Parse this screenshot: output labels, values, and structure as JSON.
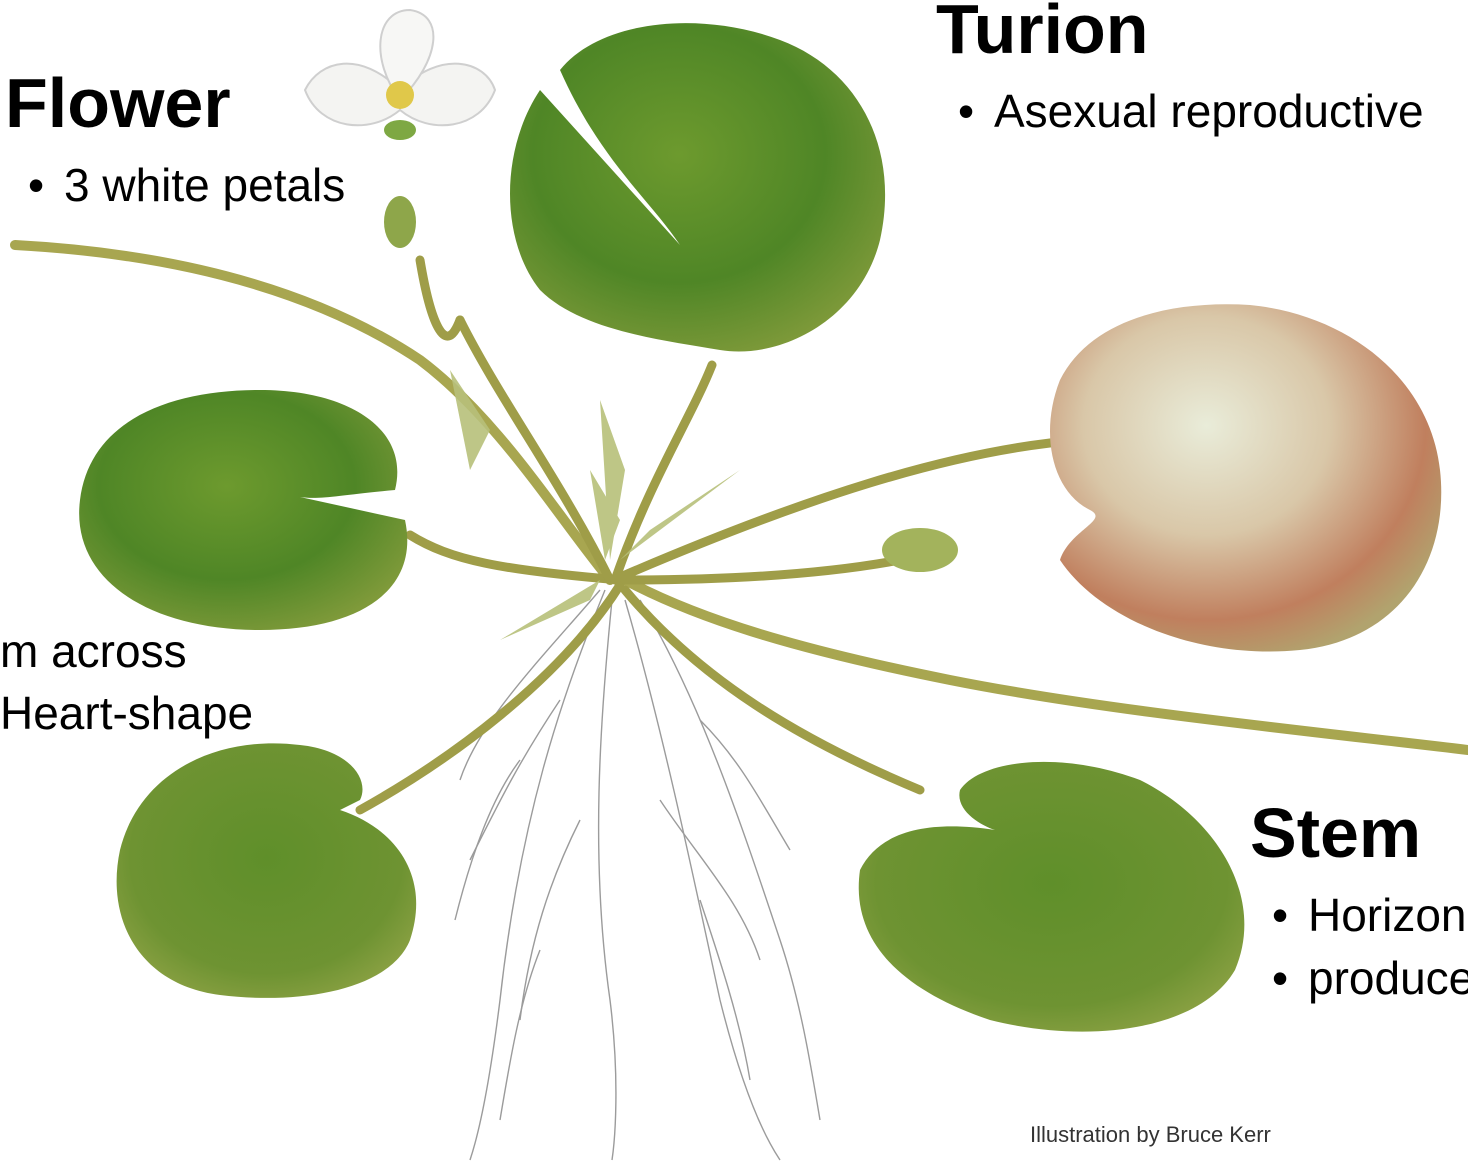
{
  "labels": {
    "flower": {
      "title": "Flower",
      "bullets": [
        "3 white petals"
      ]
    },
    "turion": {
      "title": "Turion",
      "bullets": [
        "Asexual reproductive"
      ]
    },
    "leaf": {
      "bullets": [
        "m across",
        "Heart-shape"
      ]
    },
    "stem": {
      "title": "Stem",
      "bullets": [
        "Horizon",
        "produce"
      ]
    }
  },
  "credit": "Illustration by Bruce Kerr",
  "colors": {
    "leaf_green": "#5e8f2c",
    "leaf_dark": "#3f6e1e",
    "stem": "#a7a54e",
    "turion": "#c98b65",
    "petal": "#f4f4f2",
    "root": "#7a7a7a"
  }
}
